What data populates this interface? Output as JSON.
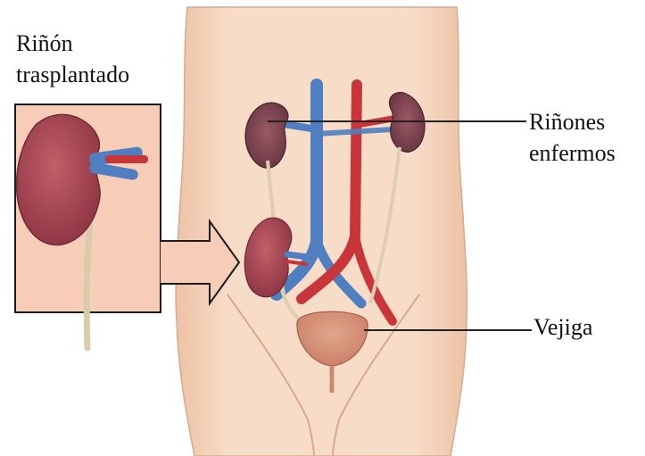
{
  "labels": {
    "transplanted_kidney_line1": "Riñón",
    "transplanted_kidney_line2": "trasplantado",
    "diseased_kidneys_line1": "Riñones",
    "diseased_kidneys_line2": "enfermos",
    "bladder": "Vejiga"
  },
  "colors": {
    "skin": "#f6d9c4",
    "skin_shadow": "#e8b99c",
    "inset_background": "#f7cdb8",
    "kidney_healthy": "#a84a52",
    "kidney_diseased": "#7a3f4a",
    "vein_blue": "#4f7fc0",
    "artery_red": "#c9363a",
    "ureter": "#dccfb0",
    "bladder": "#d9937a",
    "line": "#222222"
  },
  "icons": {
    "arrow": "right-arrow-icon"
  }
}
